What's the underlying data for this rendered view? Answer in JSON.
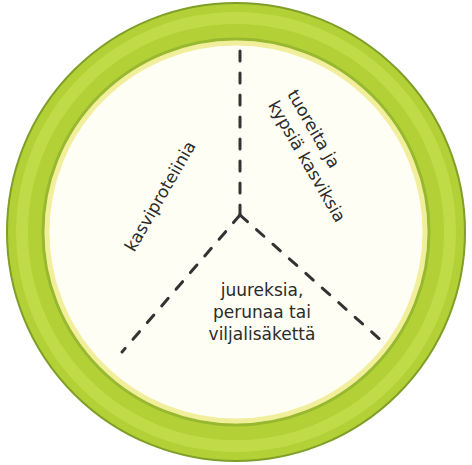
{
  "diagram": {
    "nodes": [
      {
        "text": [
          "kasviproteiinia"
        ]
      },
      {
        "text": [
          "tuoreita ja kypsiä kasviksia"
        ]
      },
      {
        "text": [
          "juureksia, perunaa tai viljalisäkettä"
        ]
      }
    ]
  }
}
